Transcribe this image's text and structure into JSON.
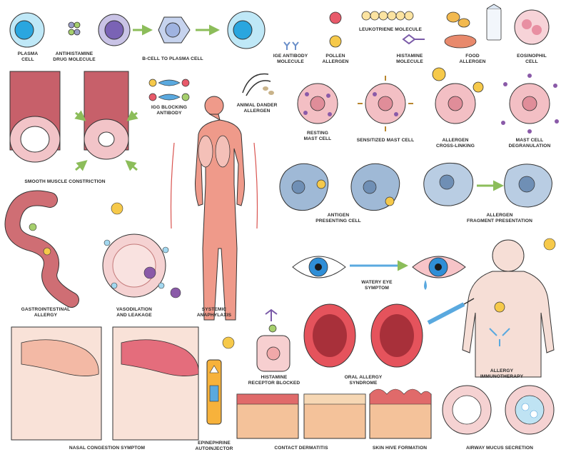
{
  "labels": {
    "plasma_cell": [
      "PLASMA",
      "CELL"
    ],
    "antihistamine": [
      "ANTIHISTAMINE",
      "DRUG MOLECULE"
    ],
    "b_cell": [
      "B-CELL TO PLASMA CELL"
    ],
    "ige_antibody": [
      "IGE ANTIBODY",
      "MOLECULE"
    ],
    "pollen_allergen": [
      "POLLEN",
      "ALLERGEN"
    ],
    "leukotriene": [
      "LEUKOTRIENE MOLECULE"
    ],
    "histamine_molecule": [
      "HISTAMINE",
      "MOLECULE"
    ],
    "food_allergen": [
      "FOOD",
      "ALLERGEN"
    ],
    "eosinophil": [
      "EOSINOPHIL",
      "CELL"
    ],
    "igg_blocking": [
      "IGG BLOCKING",
      "ANTIBODY"
    ],
    "animal_dander": [
      "ANIMAL DANDER",
      "ALLERGEN"
    ],
    "resting_mast": [
      "RESTING",
      "MAST CELL"
    ],
    "sensitized_mast": [
      "SENSITIZED MAST CELL"
    ],
    "allergen_crosslinking": [
      "ALLERGEN",
      "CROSS-LINKING"
    ],
    "mast_degranulation": [
      "MAST CELL",
      "DEGRANULATION"
    ],
    "smooth_muscle": [
      "SMOOTH MUSCLE CONSTRICTION"
    ],
    "antigen_presenting": [
      "ANTIGEN",
      "PRESENTING CELL"
    ],
    "allergen_fragment": [
      "ALLERGEN",
      "FRAGMENT PRESENTATION"
    ],
    "watery_eye": [
      "WATERY EYE",
      "SYMPTOM"
    ],
    "gastrointestinal": [
      "GASTROINTESTINAL",
      "ALLERGY"
    ],
    "vasodilation": [
      "VASODILATION",
      "AND LEAKAGE"
    ],
    "systemic": [
      "SYSTEMIC",
      "ANAPHYLAXIS"
    ],
    "histamine_receptor": [
      "HISTAMINE",
      "RECEPTOR BLOCKED"
    ],
    "oral_allergy": [
      "ORAL ALLERGY",
      "SYNDROME"
    ],
    "allergy_immunotherapy": [
      "ALLERGY",
      "IMMUNOTHERAPY"
    ],
    "nasal_congestion": [
      "NASAL CONGESTION SYMPTOM"
    ],
    "epinephrine": [
      "EPINEPHRINE",
      "AUTOINJECTOR"
    ],
    "contact_dermatitis": [
      "CONTACT DERMATITIS"
    ],
    "skin_hive": [
      "SKIN HIVE FORMATION"
    ],
    "airway_mucus": [
      "AIRWAY MUCUS SECRETION"
    ]
  },
  "colors": {
    "plasma_cell": "#58c3ea",
    "b_cell": "#8f7fc6",
    "mast_cell": "#f3bfc4",
    "granule": "#8a5aa8",
    "pollen": "#f6c94a",
    "antigen_cell": "#9fb9d6",
    "body": "#ef9a8a",
    "arrow": "#8cbd5a"
  }
}
